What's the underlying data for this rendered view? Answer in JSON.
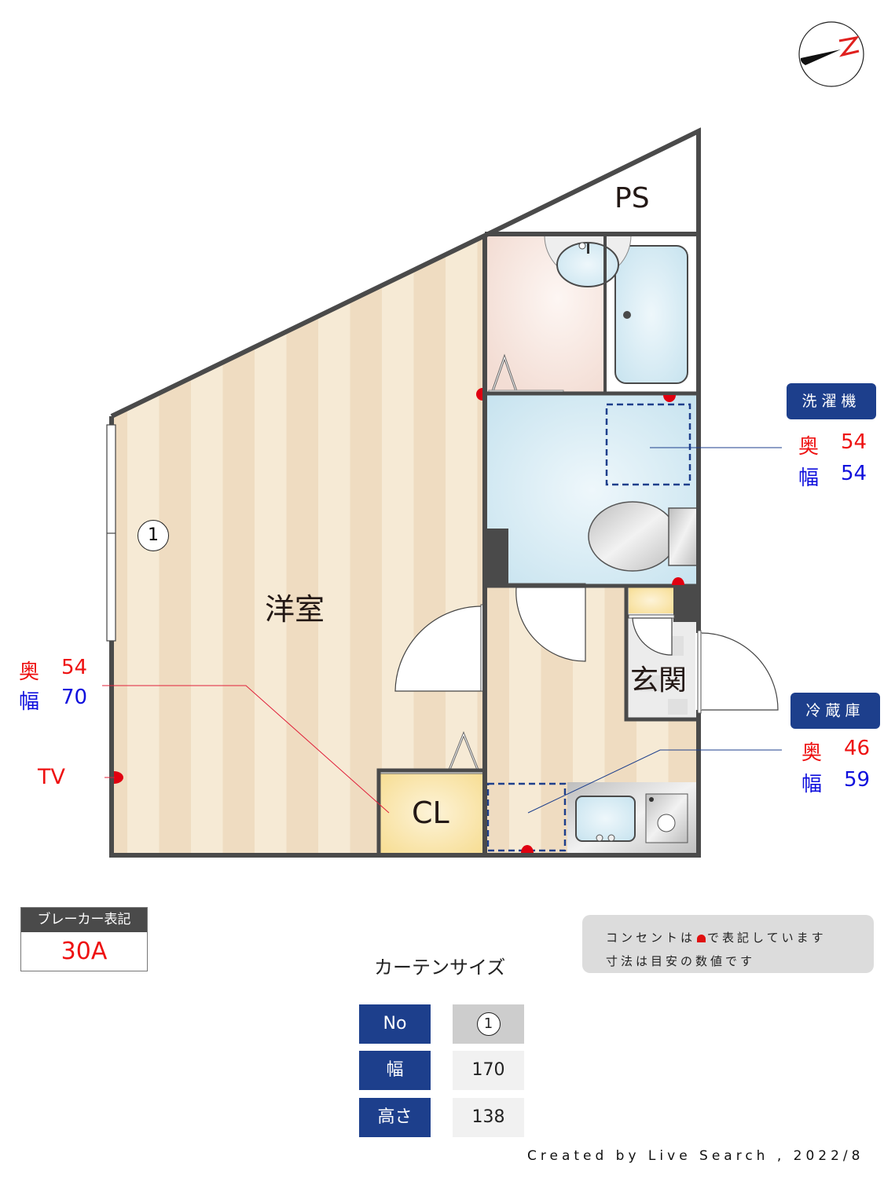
{
  "compass": {
    "icon": "north-arrow-icon",
    "label": "N",
    "accent_color": "#e0201e"
  },
  "rooms": {
    "ps": "PS",
    "western_room": "洋室",
    "closet": "CL",
    "entrance": "玄関",
    "window_marker": "1"
  },
  "appliances": {
    "washer": {
      "label": "洗濯機",
      "depth_label": "奥",
      "depth": "54",
      "width_label": "幅",
      "width": "54"
    },
    "fridge": {
      "label": "冷蔵庫",
      "depth_label": "奥",
      "depth": "46",
      "width_label": "幅",
      "width": "59"
    },
    "room_furniture": {
      "depth_label": "奥",
      "depth": "54",
      "width_label": "幅",
      "width": "70"
    },
    "tv": {
      "label": "TV"
    }
  },
  "breaker": {
    "title": "ブレーカー表記",
    "value": "30A"
  },
  "note": {
    "line1_before": "コンセントは",
    "line1_after": "で表記しています",
    "line2": "寸法は目安の数値です"
  },
  "curtain": {
    "title": "カーテンサイズ",
    "rows": [
      {
        "header": "No",
        "value": "1"
      },
      {
        "header": "幅",
        "value": "170"
      },
      {
        "header": "高さ",
        "value": "138"
      }
    ]
  },
  "credit": "Created by Live Search , 2022/8",
  "colors": {
    "wall": "#4a4a4a",
    "floor_light": "#f6ead5",
    "floor_dark": "#efdcc1",
    "outlet": "#e00010",
    "badge_blue": "#1d3f8c",
    "depth_red": "#ee1111",
    "width_blue": "#1010dd"
  }
}
